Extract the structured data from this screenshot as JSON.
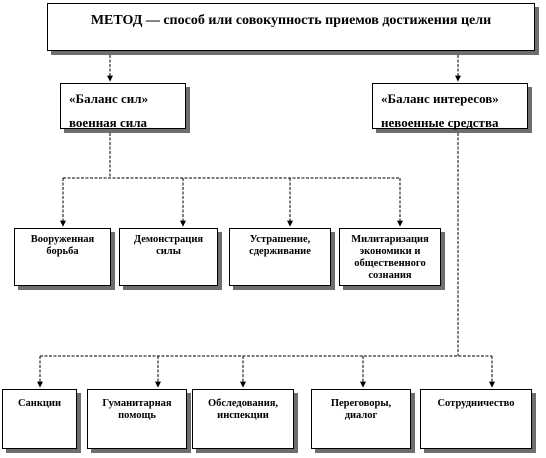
{
  "title": "МЕТОД — способ или совокупность приемов достижения цели",
  "branches": {
    "force": {
      "line1": "«Баланс сил»",
      "line2": "военная сила",
      "items": [
        "Вооруженная борьба",
        "Демонстрация силы",
        "Устрашение, сдерживание",
        "Милитаризация экономики и общественного сознания"
      ]
    },
    "interests": {
      "line1": "«Баланс интересов»",
      "line2": "невоенные средства",
      "items": [
        "Санкции",
        "Гуманитарная помощь",
        "Обследования, инспекции",
        "Переговоры, диалог",
        "Сотрудничество"
      ]
    }
  },
  "colors": {
    "line": "#000000",
    "shadow": "#6e6e6e",
    "background": "#ffffff"
  }
}
